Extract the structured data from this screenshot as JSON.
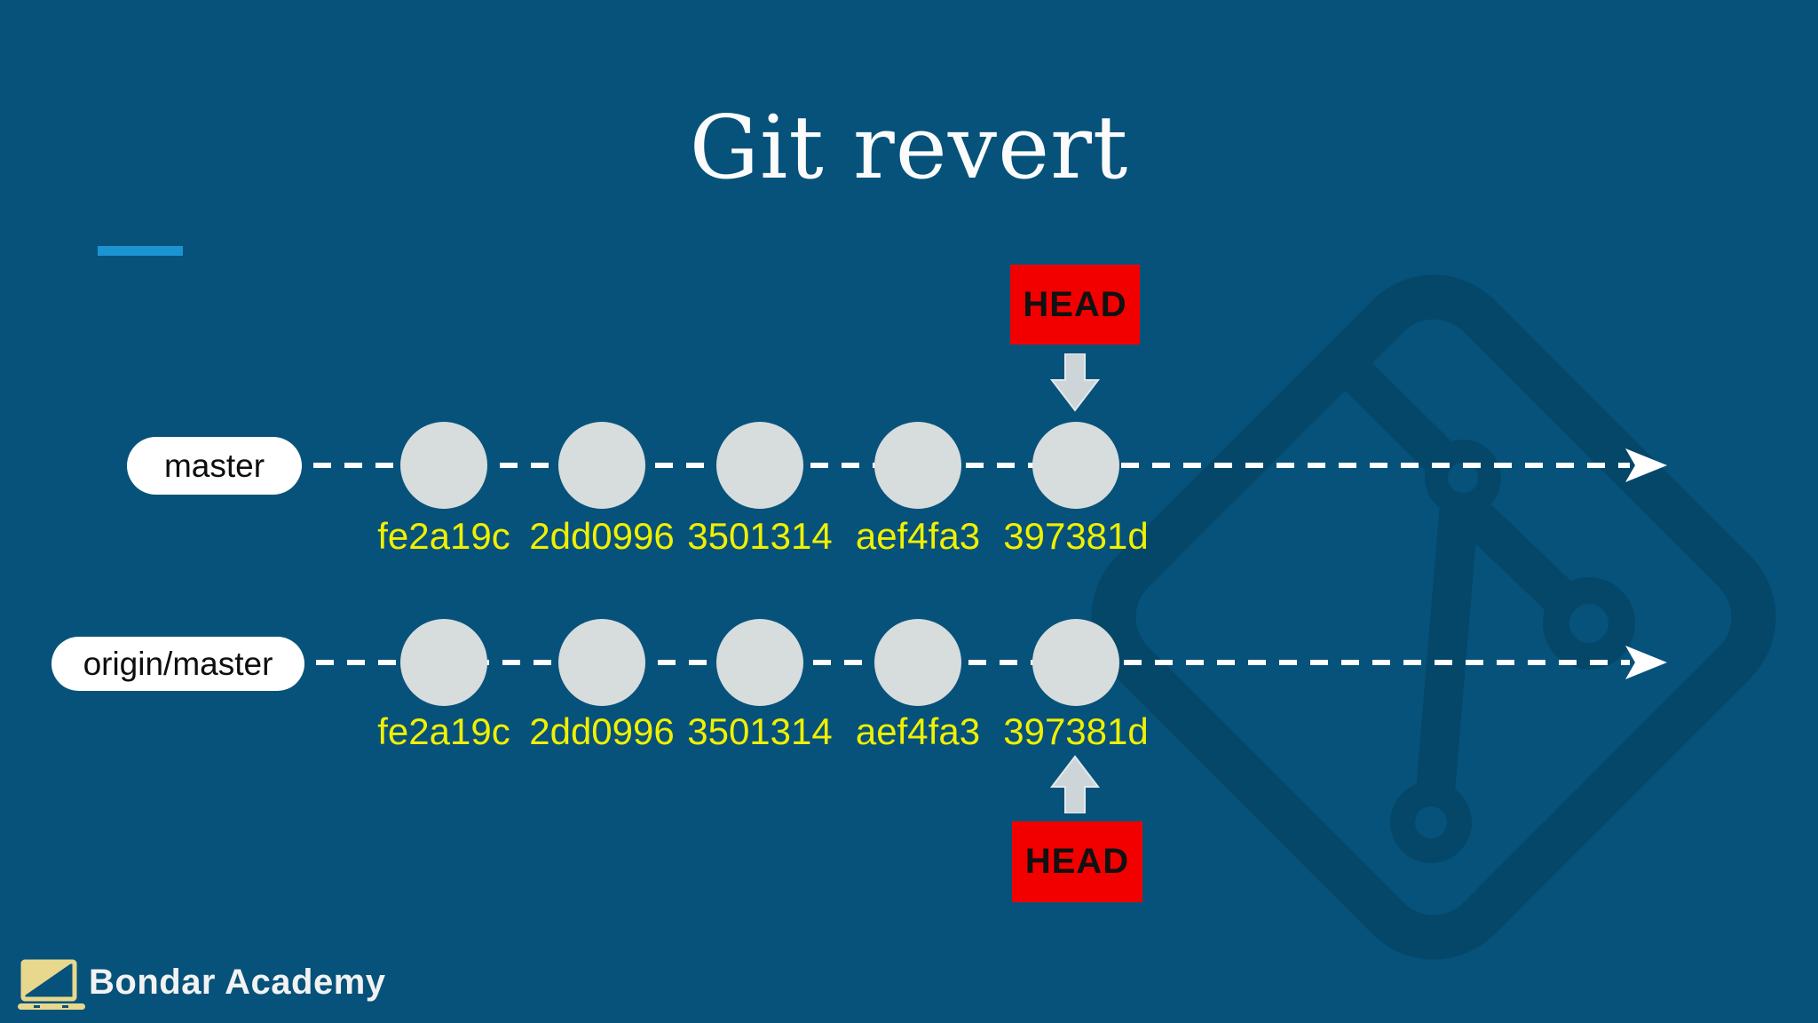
{
  "slide": {
    "title": "Git revert"
  },
  "heads": {
    "top": "HEAD",
    "bottom": "HEAD"
  },
  "branches": [
    {
      "label": "master",
      "commits": [
        "fe2a19c",
        "2dd0996",
        "3501314",
        "aef4fa3",
        "397381d"
      ]
    },
    {
      "label": "origin/master",
      "commits": [
        "fe2a19c",
        "2dd0996",
        "3501314",
        "aef4fa3",
        "397381d"
      ]
    }
  ],
  "footer": {
    "brand": "Bondar Academy"
  },
  "colors": {
    "background": "#06527A",
    "watermark": "#054769",
    "accent": "#1D94D2",
    "commit_fill": "#D7DCDD",
    "hash_text": "#F0F000",
    "head_bg": "#F20000",
    "head_text": "#111111",
    "pill_bg": "#FFFFFF",
    "pointer_gray": "#CDD5D9",
    "dash_line": "#FFFFFF",
    "brand_gold": "#E8D88E"
  }
}
